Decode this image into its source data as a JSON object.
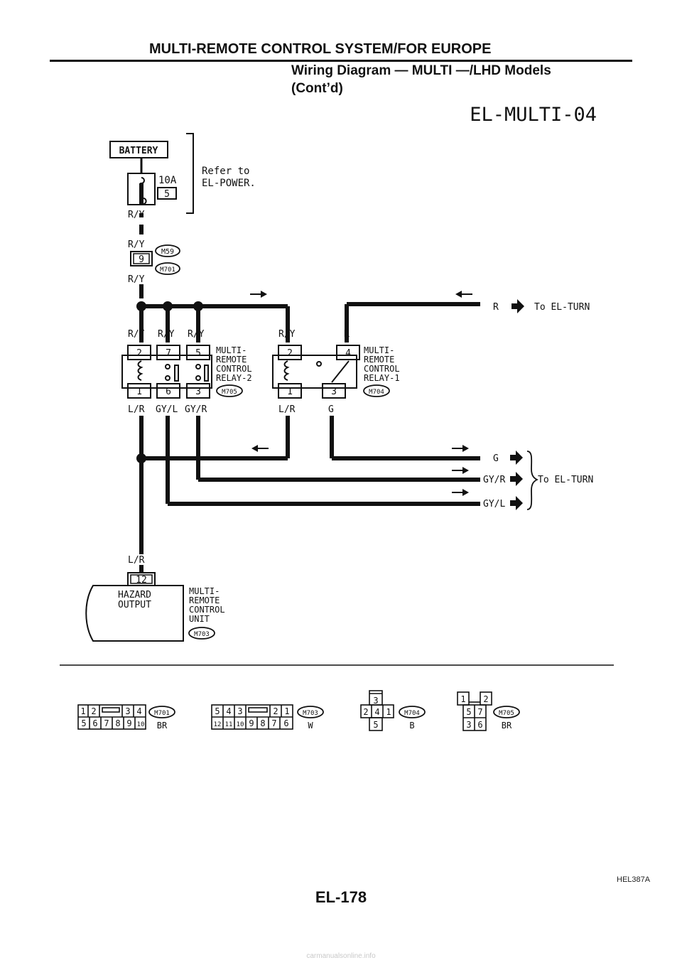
{
  "header": {
    "title": "MULTI-REMOTE CONTROL SYSTEM/FOR EUROPE",
    "subtitle_line1": "Wiring Diagram — MULTI —/LHD Models",
    "subtitle_line2": "(Cont’d)"
  },
  "diagram": {
    "id": "EL-MULTI-04",
    "battery": "BATTERY",
    "fuse_rating": "10A",
    "fuse_number": "5",
    "refer_line1": "Refer to",
    "refer_line2": "EL-POWER.",
    "wire_ry": "R/Y",
    "wire_lr": "L/R",
    "wire_gyl": "GY/L",
    "wire_gyr": "GY/R",
    "wire_r": "R",
    "wire_g": "G",
    "connector_pin_9": "9",
    "conn_m59": "M59",
    "conn_m701": "M701",
    "conn_m703": "M703",
    "conn_m704": "M704",
    "conn_m705": "M705",
    "relay2": {
      "pins_top": [
        "2",
        "7",
        "5"
      ],
      "pins_bottom": [
        "1",
        "6",
        "3"
      ],
      "label": [
        "MULTI-",
        "REMOTE",
        "CONTROL",
        "RELAY-2"
      ]
    },
    "relay1": {
      "pins_top": [
        "2",
        "4"
      ],
      "pins_bottom": [
        "1",
        "3"
      ],
      "label": [
        "MULTI-",
        "REMOTE",
        "CONTROL",
        "RELAY-1"
      ]
    },
    "to_el_turn": "To EL-TURN",
    "unit": {
      "pin": "12",
      "terminal_line1": "HAZARD",
      "terminal_line2": "OUTPUT",
      "label": [
        "MULTI-",
        "REMOTE",
        "CONTROL",
        "UNIT"
      ]
    },
    "connector_views": {
      "m701": {
        "color": "BR",
        "top": [
          "1",
          "2",
          "3",
          "4"
        ],
        "bottom": [
          "5",
          "6",
          "7",
          "8",
          "9",
          "10"
        ]
      },
      "m703": {
        "color": "W",
        "top": [
          "5",
          "4",
          "3",
          "2",
          "1"
        ],
        "bottom": [
          "12",
          "11",
          "10",
          "9",
          "8",
          "7",
          "6"
        ]
      },
      "m704": {
        "color": "B",
        "rows": [
          "3",
          "2",
          "4",
          "1",
          "5"
        ]
      },
      "m705": {
        "color": "BR",
        "rows": [
          "1",
          "2",
          "5",
          "7",
          "3",
          "6"
        ]
      }
    }
  },
  "footer": {
    "figure_code": "HEL387A",
    "page_number": "EL-178",
    "watermark": "carmanualsonline.info"
  }
}
